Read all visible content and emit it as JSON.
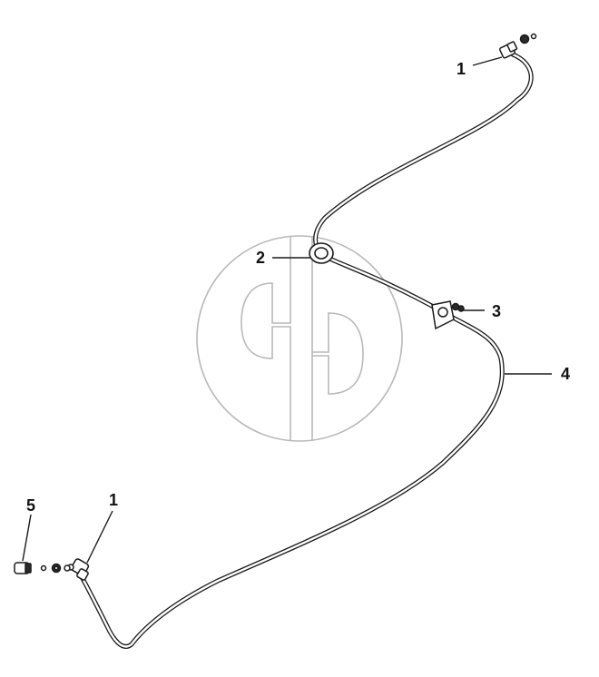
{
  "callouts": [
    {
      "id": "c1a",
      "label": "1"
    },
    {
      "id": "c2",
      "label": "2"
    },
    {
      "id": "c3",
      "label": "3"
    },
    {
      "id": "c4",
      "label": "4"
    },
    {
      "id": "c1b",
      "label": "1"
    },
    {
      "id": "c5",
      "label": "5"
    }
  ],
  "colors": {
    "line": "#1a1a1a",
    "watermark": "#b8b8b8",
    "background": "#ffffff"
  }
}
